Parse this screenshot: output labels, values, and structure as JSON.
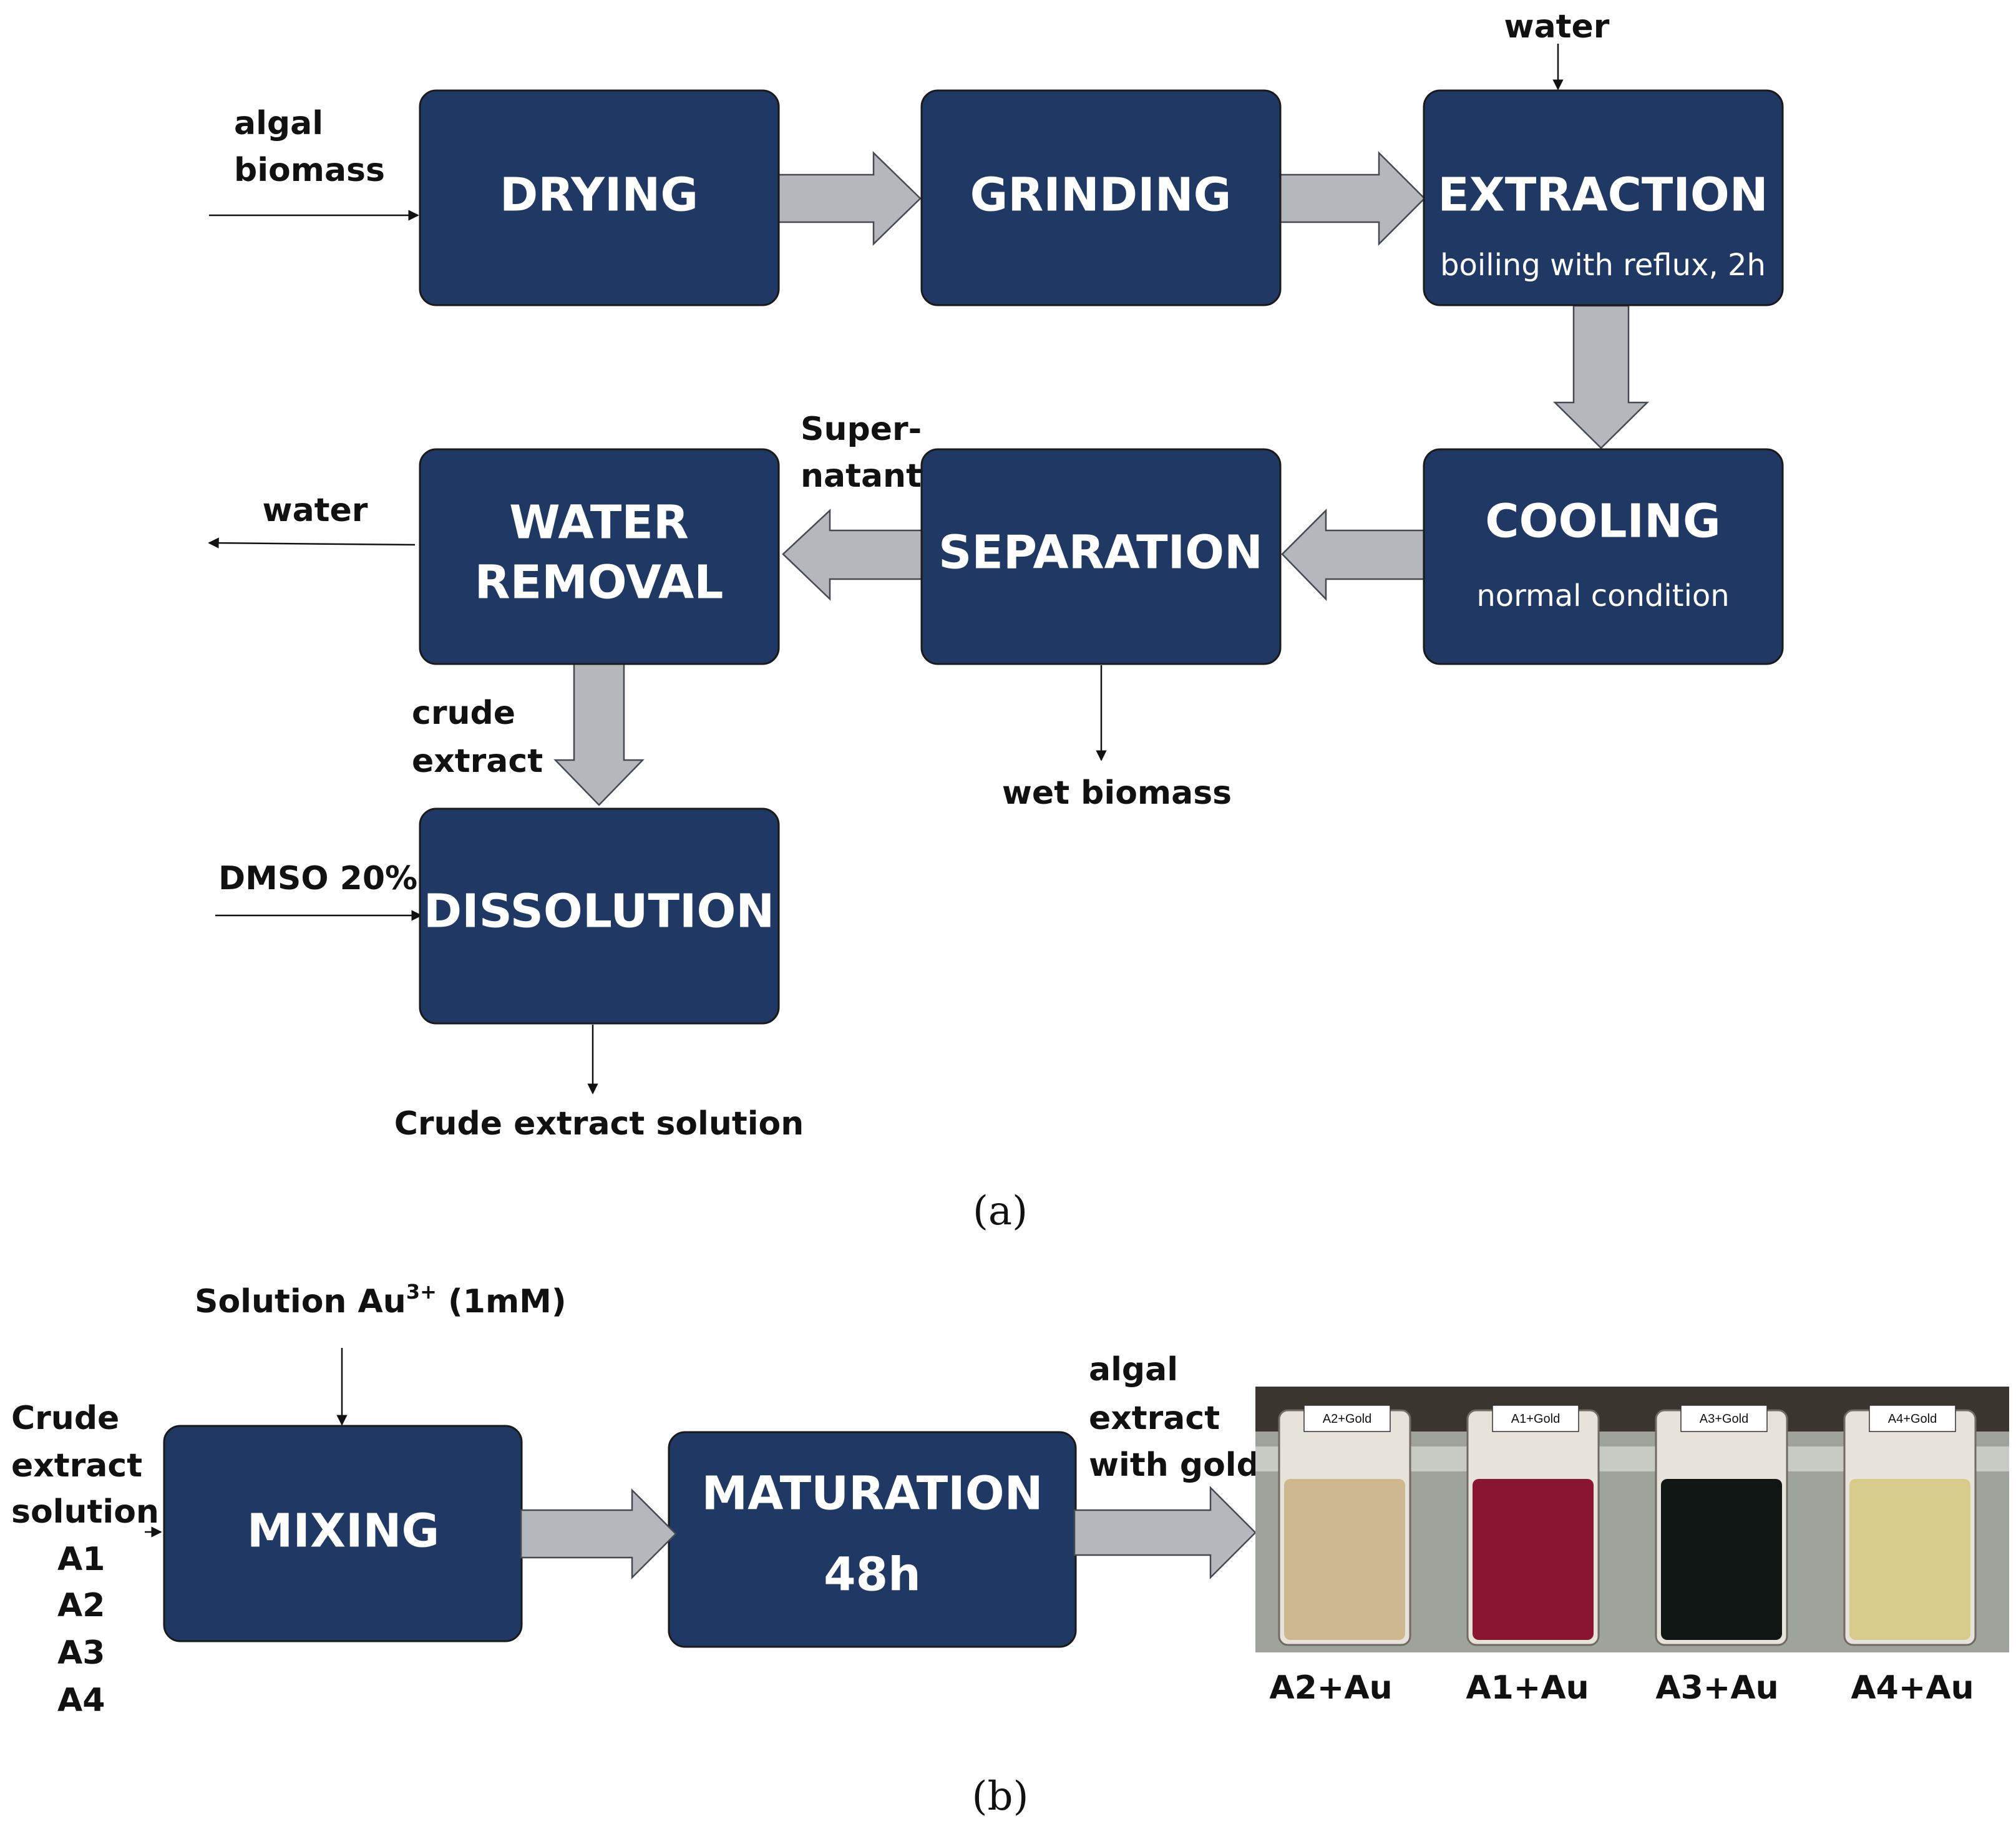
{
  "panel_a": {
    "caption": "(a)",
    "boxes": {
      "drying": {
        "title": "DRYING"
      },
      "grinding": {
        "title": "GRINDING"
      },
      "extraction": {
        "title": "EXTRACTION",
        "subtitle": "boiling with reflux, 2h"
      },
      "cooling": {
        "title": "COOLING",
        "subtitle": "normal condition"
      },
      "separation": {
        "title": "SEPARATION"
      },
      "water_removal": {
        "title_line1": "WATER",
        "title_line2": "REMOVAL"
      },
      "dissolution": {
        "title": "DISSOLUTION"
      }
    },
    "labels": {
      "algal_biomass_1": "algal",
      "algal_biomass_2": "biomass",
      "water_in": "water",
      "supernatant_1": "Super-",
      "supernatant_2": "natant",
      "water_out": "water",
      "crude_extract_1": "crude",
      "crude_extract_2": "extract",
      "wet_biomass": "wet biomass",
      "dmso": "DMSO 20%",
      "crude_extract_solution": "Crude extract solution"
    }
  },
  "panel_b": {
    "caption": "(b)",
    "solution_label_main": "Solution Au",
    "solution_label_sup": "3+",
    "solution_label_conc": " (1mM)",
    "input_lines": [
      "Crude",
      "extract",
      "solution",
      "A1",
      "A2",
      "A3",
      "A4"
    ],
    "boxes": {
      "mixing": {
        "title": "MIXING"
      },
      "maturation": {
        "title": "MATURATION",
        "subtitle": "48h"
      }
    },
    "output_label": [
      "algal",
      "extract",
      "with gold"
    ],
    "tubes": [
      {
        "tag": "A2+Gold",
        "label": "A2+Au",
        "color": "#cdb890"
      },
      {
        "tag": "A1+Gold",
        "label": "A1+Au",
        "color": "#8a1530"
      },
      {
        "tag": "A3+Gold",
        "label": "A3+Au",
        "color": "#0f1614"
      },
      {
        "tag": "A4+Gold",
        "label": "A4+Au",
        "color": "#d6cb8a"
      }
    ]
  },
  "colors": {
    "box_fill": "#203864",
    "arrow_fill": "#b4b7bc"
  }
}
